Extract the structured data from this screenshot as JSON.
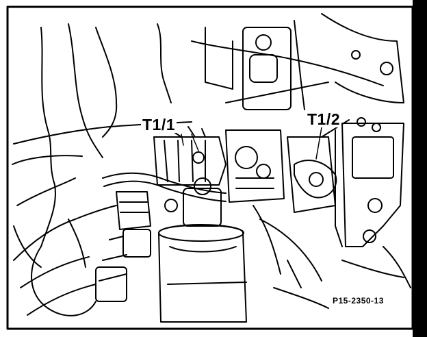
{
  "callouts": {
    "t1_1": "T1/1",
    "t1_2": "T1/2"
  },
  "figure_code": "P15-2350-13",
  "colors": {
    "ink": "#000000",
    "paper": "#ffffff"
  }
}
